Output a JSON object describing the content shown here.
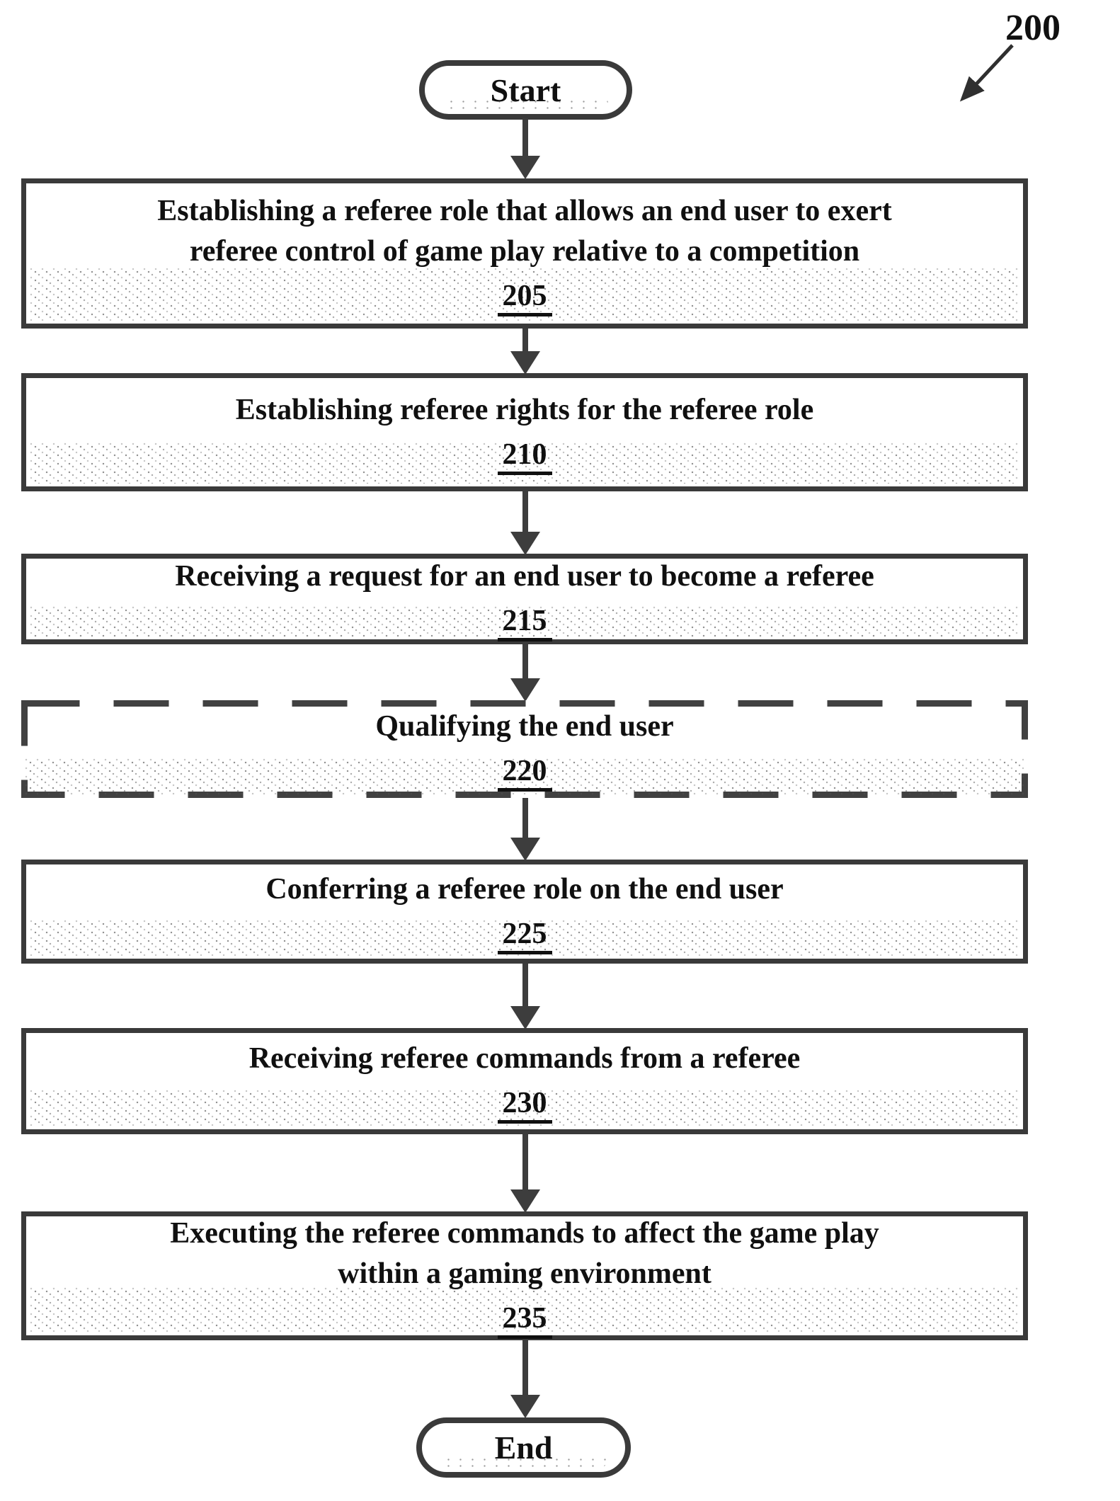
{
  "figure": {
    "reference_number": "200",
    "start_label": "Start",
    "end_label": "End",
    "colors": {
      "ink": "#101010",
      "line": "#3a3a3a"
    },
    "steps": [
      {
        "line1": "Establishing a referee role that allows an end user to exert",
        "line2": "referee control of game play relative to a competition",
        "number": "205",
        "border": "solid"
      },
      {
        "line1": "Establishing referee rights for the referee role",
        "number": "210",
        "border": "solid"
      },
      {
        "line1": "Receiving a request for an end user to become a referee",
        "number": "215",
        "border": "solid"
      },
      {
        "line1": "Qualifying the end user",
        "number": "220",
        "border": "dashed"
      },
      {
        "line1": "Conferring a referee role on the end user",
        "number": "225",
        "border": "solid"
      },
      {
        "line1": "Receiving referee commands from a referee",
        "number": "230",
        "border": "solid"
      },
      {
        "line1": "Executing the referee commands to affect the game play",
        "line2": "within a gaming environment",
        "number": "235",
        "border": "solid"
      }
    ]
  }
}
